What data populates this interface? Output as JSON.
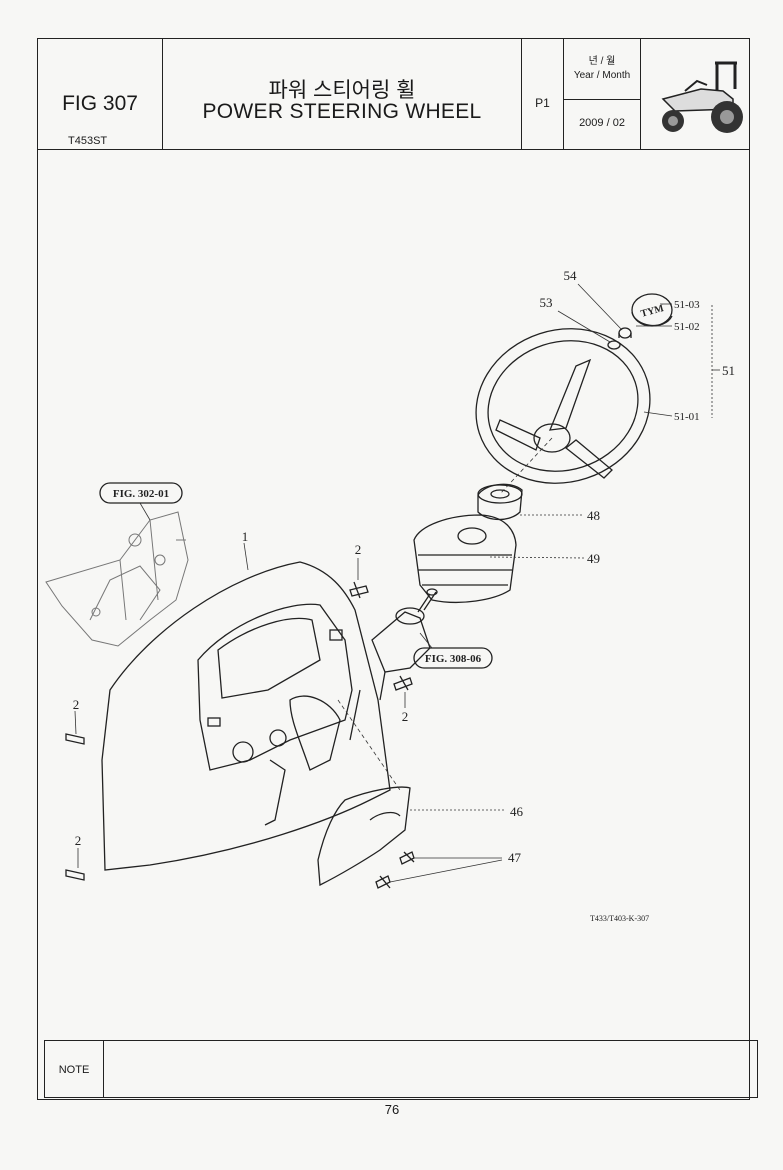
{
  "header": {
    "fig_label": "FIG 307",
    "model": "T453ST",
    "title_ko": "파워 스티어링 휠",
    "title_en": "POWER STEERING WHEEL",
    "page_code": "P1",
    "date_label_ko": "년 / 월",
    "date_label_en": "Year / Month",
    "date_value": "2009 / 02",
    "logo_icon": "tractor-icon"
  },
  "diagram": {
    "refs": {
      "fig_302": "FIG. 302-01",
      "fig_308": "FIG. 308-06"
    },
    "callouts": {
      "p1": "1",
      "p2a": "2",
      "p2b": "2",
      "p2c": "2",
      "p2d": "2",
      "p46": "46",
      "p47": "47",
      "p48": "48",
      "p49": "49",
      "p51": "51",
      "p51_01": "51-01",
      "p51_02": "51-02",
      "p51_03": "51-03",
      "p53": "53",
      "p54": "54"
    },
    "cap_text": "TYM",
    "drawing_code": "T433/T403-K-307"
  },
  "footer": {
    "note_label": "NOTE",
    "note_text": "",
    "page_number": "76"
  }
}
